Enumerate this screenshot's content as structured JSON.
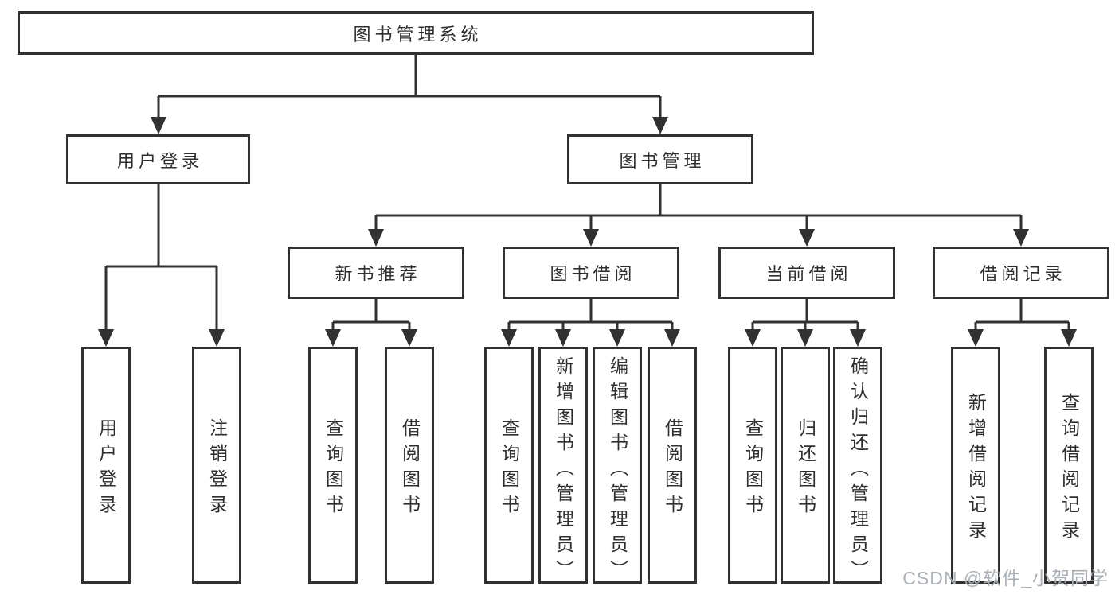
{
  "diagram": {
    "root": {
      "label": "图书管理系统"
    },
    "branches": [
      {
        "label": "用户登录",
        "leaves": [
          {
            "label": "用户登录"
          },
          {
            "label": "注销登录"
          }
        ]
      },
      {
        "label": "图书管理",
        "groups": [
          {
            "label": "新书推荐",
            "leaves": [
              {
                "label": "查询图书"
              },
              {
                "label": "借阅图书"
              }
            ]
          },
          {
            "label": "图书借阅",
            "leaves": [
              {
                "label": "查询图书"
              },
              {
                "label": "新增图书（管理员）"
              },
              {
                "label": "编辑图书（管理员）"
              },
              {
                "label": "借阅图书"
              }
            ]
          },
          {
            "label": "当前借阅",
            "leaves": [
              {
                "label": "查询图书"
              },
              {
                "label": "归还图书"
              },
              {
                "label": "确认归还（管理员）"
              }
            ]
          },
          {
            "label": "借阅记录",
            "leaves": [
              {
                "label": "新增借阅记录"
              },
              {
                "label": "查询借阅记录"
              }
            ]
          }
        ]
      }
    ]
  },
  "watermark": {
    "text": "CSDN @软件_小贺同学"
  },
  "colors": {
    "line": "#313131",
    "box_border": "#313131",
    "text": "#2f2f2f",
    "watermark": "#aab0b6",
    "background": "#ffffff"
  }
}
